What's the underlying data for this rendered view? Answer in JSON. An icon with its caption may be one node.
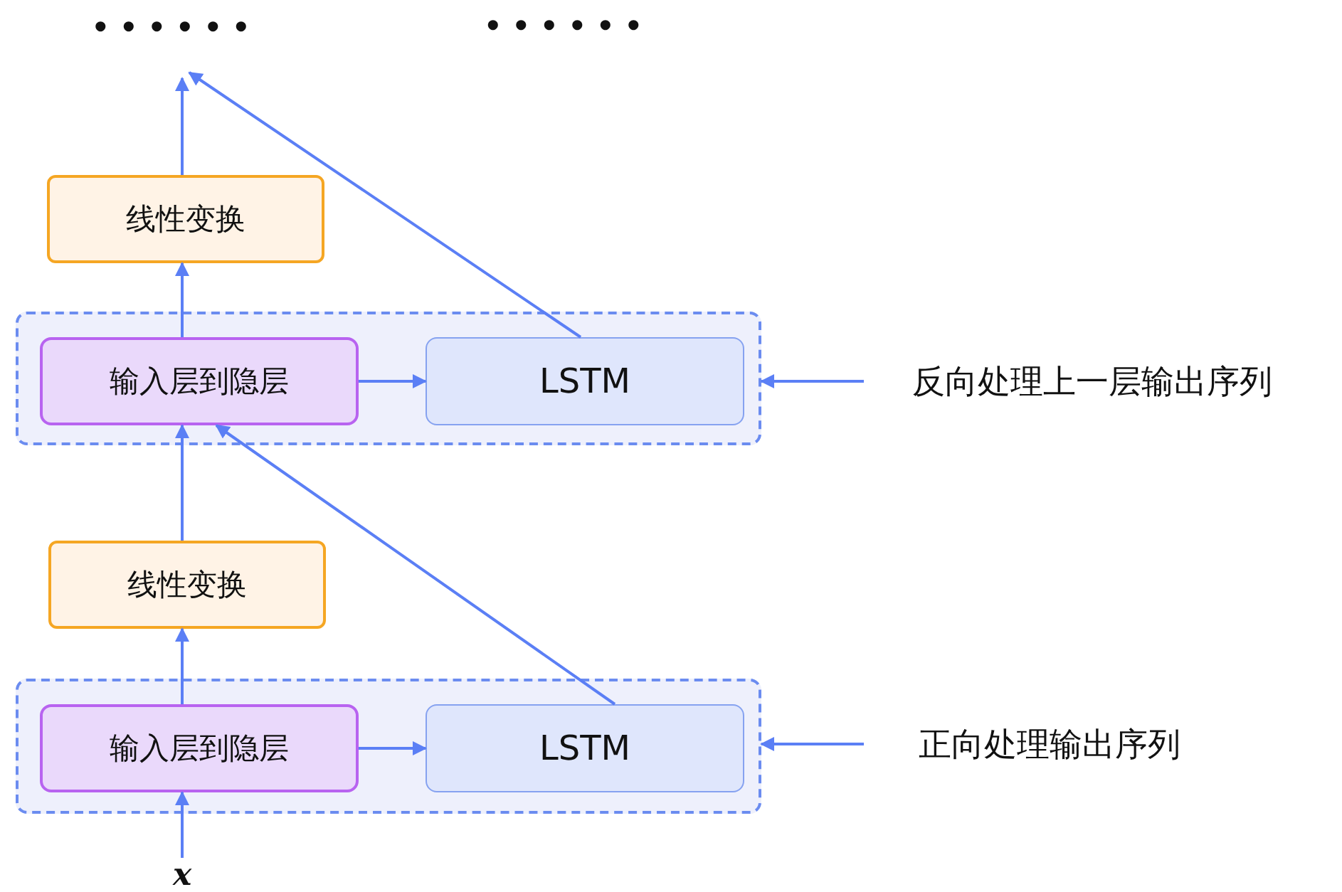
{
  "diagram": {
    "nodes": [
      {
        "text": [
          "• • • • • •"
        ]
      },
      {
        "text": [
          "线性变换"
        ]
      },
      {
        "text": [],
        "shape": "box"
      },
      {
        "text": [
          "输入层到隐层"
        ],
        "in": 2
      },
      {
        "text": [
          "LSTM"
        ],
        "in": 2
      },
      {
        "text": [
          "反向处理上一层输出序列"
        ]
      },
      {
        "text": [
          "线性变换"
        ]
      },
      {
        "text": [],
        "shape": "box"
      },
      {
        "text": [
          "输入层到隐层"
        ],
        "in": 7
      },
      {
        "text": [
          "LSTM"
        ],
        "in": 7
      },
      {
        "text": [
          "正向处理输出序列"
        ]
      },
      {
        "text": [
          "x"
        ]
      }
    ],
    "edges": [
      {
        "from": 1,
        "to": 0,
        "arrow": "to"
      },
      {
        "from": 4,
        "to": 0,
        "arrow": "to"
      },
      {
        "from": 3,
        "to": 1,
        "arrow": "to"
      },
      {
        "from": 3,
        "to": 4,
        "arrow": "to"
      },
      {
        "from": 5,
        "to": 2,
        "arrow": "to"
      },
      {
        "from": 6,
        "to": 3,
        "arrow": "to"
      },
      {
        "from": 9,
        "to": 3,
        "arrow": "to"
      },
      {
        "from": 8,
        "to": 6,
        "arrow": "to"
      },
      {
        "from": 8,
        "to": 9,
        "arrow": "to"
      },
      {
        "from": 10,
        "to": 7,
        "arrow": "to"
      },
      {
        "from": 11,
        "to": 8,
        "arrow": "to"
      }
    ],
    "labels": [
      "• • • • • •"
    ]
  }
}
